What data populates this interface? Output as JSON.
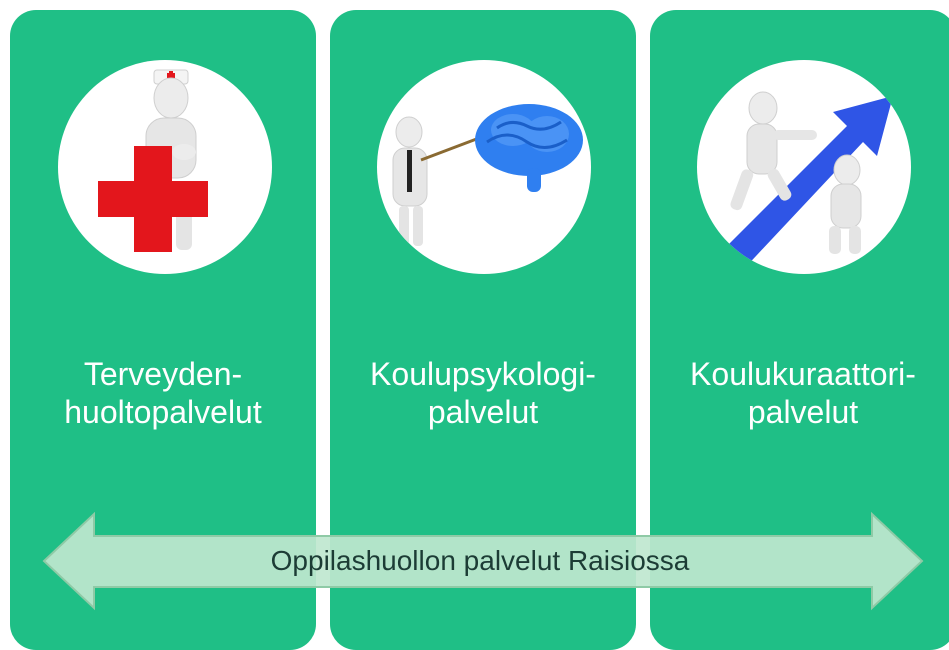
{
  "colors": {
    "panel_green": "#1fbf86",
    "arrow_fill": "#bfe7cf",
    "arrow_stroke": "#8fcaa6",
    "banner_text": "#1c3c35",
    "red_cross": "#e3161c",
    "brain_blue": "#2f7ff0",
    "arrow_blue": "#2f55e6"
  },
  "panels": [
    {
      "icon": "nurse-with-red-cross-icon",
      "line1": "Terveyden-",
      "line2": "huoltopalvelut"
    },
    {
      "icon": "teacher-pointing-at-brain-icon",
      "line1": "Koulupsykologi-",
      "line2": "palvelut"
    },
    {
      "icon": "figures-climbing-arrow-icon",
      "line1": "Koulukuraattori-",
      "line2": "palvelut"
    }
  ],
  "banner": {
    "text": "Oppilashuollon palvelut Raisiossa",
    "icon": "double-headed-arrow-icon"
  }
}
